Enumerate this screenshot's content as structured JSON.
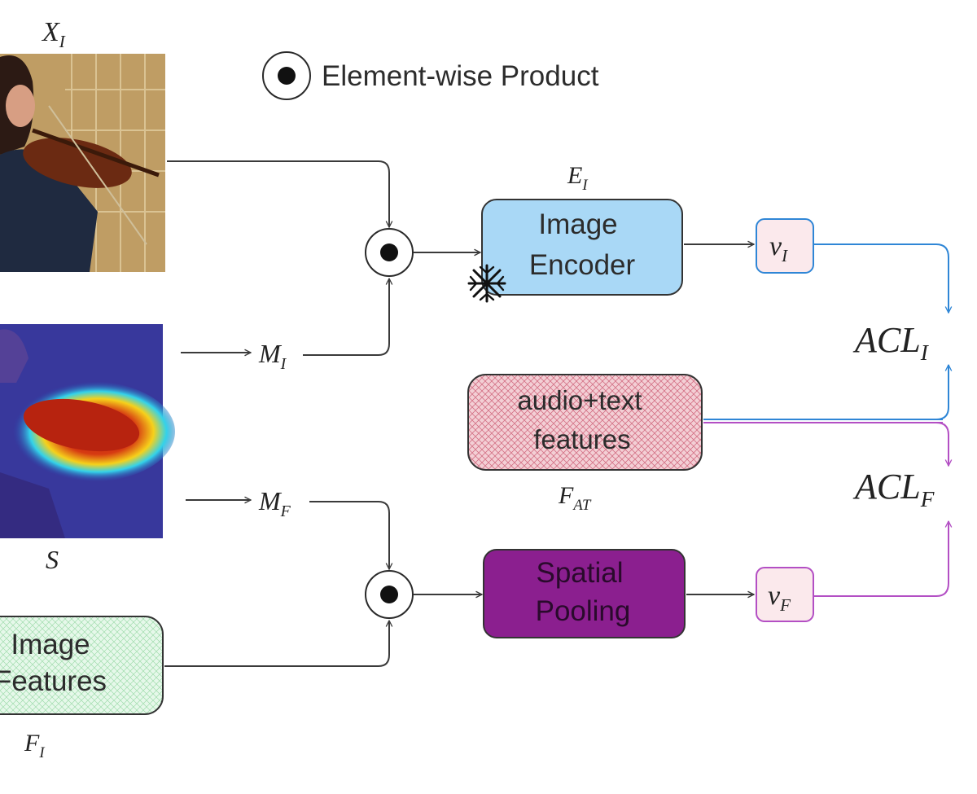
{
  "legend": {
    "symbol": "⊙",
    "text": "Element-wise Product"
  },
  "labels": {
    "x_img": "X",
    "x_img_sub": "I",
    "saliency": "S",
    "mask_i": "M",
    "mask_i_sub": "I",
    "mask_f": "M",
    "mask_f_sub": "F",
    "encoder": "E",
    "encoder_sub": "I",
    "fat": "F",
    "fat_sub": "AT",
    "fi": "F",
    "fi_sub": "I",
    "v_i": "v",
    "v_i_sub": "I",
    "v_f": "v",
    "v_f_sub": "F",
    "acl_i": "ACL",
    "acl_i_sub": "I",
    "acl_f": "ACL",
    "acl_f_sub": "F"
  },
  "boxes": {
    "image_encoder": {
      "line1": "Image",
      "line2": "Encoder",
      "fill": "#a9d8f6",
      "frozen_icon": "snowflake-icon"
    },
    "audio_text": {
      "line1": "audio+text",
      "line2": "features",
      "fill": "#f1c6cd"
    },
    "spatial_pooling": {
      "line1": "Spatial",
      "line2": "Pooling",
      "fill": "#8b1f8f"
    },
    "image_features": {
      "line1": "Image",
      "line2": "Features",
      "fill": "#e2f7e6"
    }
  },
  "colors": {
    "line": "#3a3a3a",
    "blue": "#2f86d6",
    "purple": "#b34fc4"
  }
}
